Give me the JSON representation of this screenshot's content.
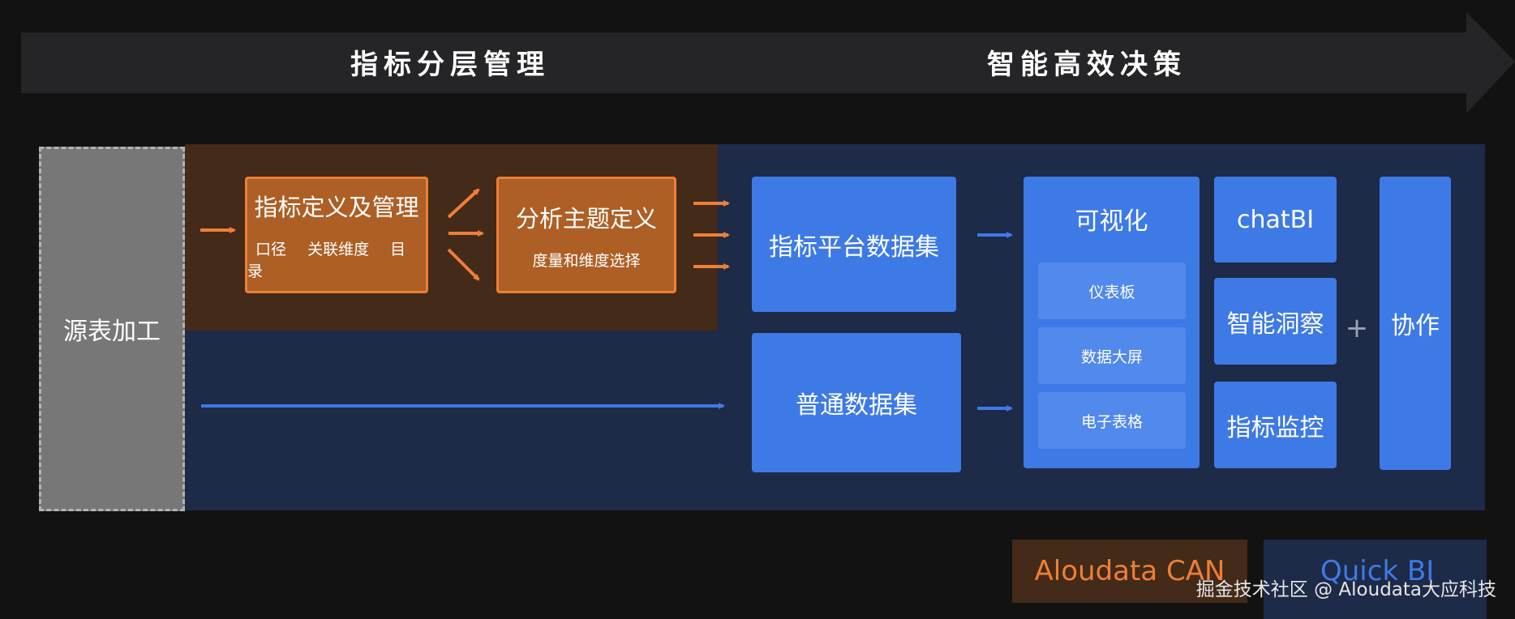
{
  "banner": {
    "left_title": "指标分层管理",
    "right_title": "智能高效决策"
  },
  "source": {
    "label": "源表加工"
  },
  "metric_def": {
    "title": "指标定义及管理",
    "items": [
      "口径",
      "关联维度",
      "目录"
    ]
  },
  "topic_def": {
    "title": "分析主题定义",
    "subtitle": "度量和维度选择"
  },
  "datasets": {
    "platform": "指标平台数据集",
    "normal": "普通数据集"
  },
  "visualization": {
    "title": "可视化",
    "items": [
      "仪表板",
      "数据大屏",
      "电子表格"
    ]
  },
  "capabilities": {
    "chatbi": "chatBI",
    "insight": "智能洞察",
    "monitor": "指标监控"
  },
  "plus_sign": "+",
  "collaboration": "协作",
  "products": {
    "can": "Aloudata CAN",
    "quickbi": "Quick BI"
  },
  "watermark": "掘金技术社区 @ Aloudata大应科技",
  "colors": {
    "background": "#121212",
    "banner": "#252528",
    "orange_accent": "#ef7f35",
    "orange_fill": "#ad5f25",
    "orange_region": "#432a19",
    "blue_accent": "#3e7ae6",
    "blue_region": "#1d2a48"
  }
}
